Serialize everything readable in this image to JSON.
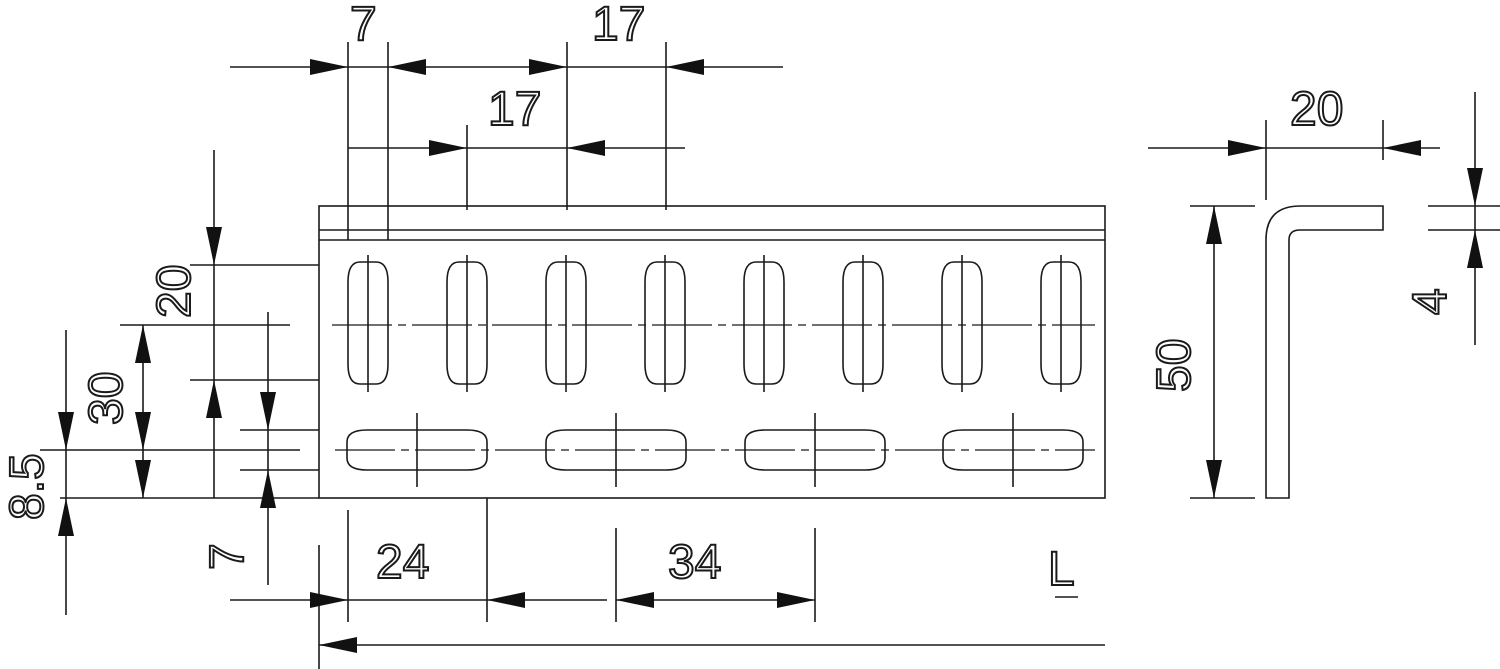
{
  "dimensions": {
    "top_7": "7",
    "top_17_right": "17",
    "top_17_mid": "17",
    "left_20": "20",
    "left_30": "30",
    "left_8_5": "8.5",
    "left_7": "7",
    "bottom_24": "24",
    "bottom_34": "34",
    "length_L": "L",
    "profile_height_50": "50",
    "profile_width_20": "20",
    "profile_thickness_4": "4"
  },
  "counts": {
    "vertical_slots": 8,
    "horizontal_slots": 4
  }
}
